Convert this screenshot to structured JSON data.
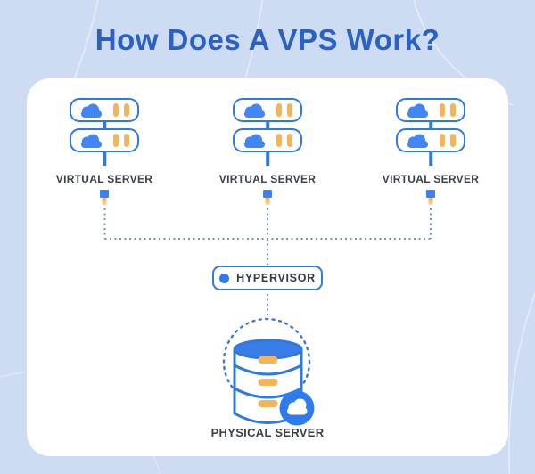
{
  "title": "How Does A VPS Work?",
  "virtual_servers": [
    {
      "label": "VIRTUAL SERVER"
    },
    {
      "label": "VIRTUAL SERVER"
    },
    {
      "label": "VIRTUAL SERVER"
    }
  ],
  "hypervisor": {
    "label": "HYPERVISOR"
  },
  "physical_server": {
    "label": "PHYSICAL SERVER"
  },
  "icons": {
    "cloud-icon": "cloud shape (svg union of circles)",
    "drive-slot-icon": "vertical rounded pill",
    "hypervisor-dot-icon": "filled circle",
    "database-icon": "cylinder with 3 tiers",
    "cloud-badge-icon": "white cloud in blue circle",
    "connector-node-icon": "blue square with orange stem"
  },
  "colors": {
    "background": "#cddcf3",
    "card": "#ffffff",
    "title": "#2a62c4",
    "outline_blue": "#2e7ae0",
    "fill_blue": "#4285f4",
    "accent_orange": "#f5b45a",
    "label_text": "#3a4049",
    "connector_dotted": "#5b7fae",
    "dotted_circle": "#3f74d6"
  }
}
